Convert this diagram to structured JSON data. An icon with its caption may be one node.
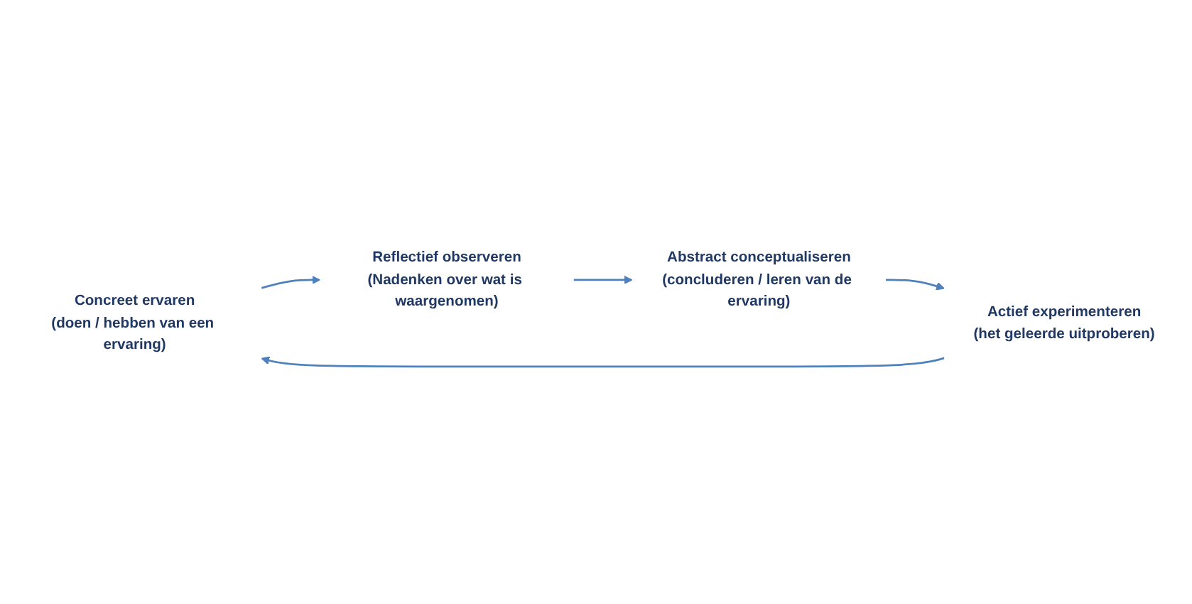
{
  "diagram": {
    "nodes": [
      {
        "text": [
          "Concreet ervaren",
          "(doen / hebben van een ervaring)"
        ]
      },
      {
        "text": [
          "Reflectief observeren",
          "(Nadenken over wat is waargenomen)"
        ]
      },
      {
        "text": [
          "Abstract conceptualiseren",
          "(concluderen / leren van de ervaring)"
        ]
      },
      {
        "text": [
          "Actief experimenteren",
          "(het geleerde uitproberen)"
        ]
      }
    ],
    "edges": [
      {
        "from": 0,
        "to": 1,
        "arrow": "to"
      },
      {
        "from": 1,
        "to": 2,
        "arrow": "to"
      },
      {
        "from": 2,
        "to": 3,
        "arrow": "to"
      },
      {
        "from": 3,
        "to": 0,
        "arrow": "to"
      }
    ]
  }
}
